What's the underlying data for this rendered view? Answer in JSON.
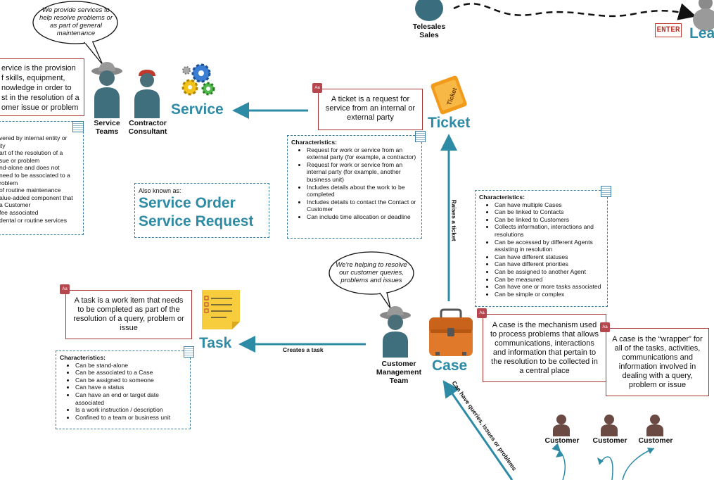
{
  "bubble_top": "We provide services to help resolve problems or as part of general maintenance",
  "bubble_cmt": "We're helping to resolve our customer queries, problems and issues",
  "service_desc": "...service is the provision of skills, equipment, knowledge in order to assist in the resolution of a customer issue or problem",
  "service_desc_lines": [
    "ervice is the provision",
    "f skills, equipment,",
    "nowledge in order to",
    "st in the resolution of a",
    "omer issue or problem"
  ],
  "service_chars": [
    "vered by internal entity or",
    "ity",
    "art of the resolution of a",
    "sue or problem",
    "nd-alone and does not",
    "need to be associated to a",
    "roblem",
    "of routine maintenance",
    "alue-added component that",
    "a Customer",
    "fee associated",
    "dental or routine services"
  ],
  "people": {
    "service_teams": "Service Teams",
    "contractor": "Contractor Consultant",
    "telesales": "Telesales Sales",
    "cmt": "Customer Management Team",
    "customer1": "Customer",
    "customer2": "Customer",
    "customer3": "Customer"
  },
  "titles": {
    "service": "Service",
    "ticket": "Ticket",
    "task": "Task",
    "case": "Case",
    "lead": "Lea",
    "enter": "ENTER"
  },
  "ticket_note": "A ticket is a request for service from an internal or external party",
  "ticket_chars_header": "Characteristics:",
  "ticket_chars": [
    "Request for work or service from an external party (for example, a contractor)",
    "Request for work or service from an internal party (for example, another business unit)",
    "Includes details about the work to be completed",
    "Includes details to contact the Contact or Customer",
    "Can include time allocation or deadline"
  ],
  "aka_label": "Also known as:",
  "aka_1": "Service Order",
  "aka_2": "Service Request",
  "case_chars_header": "Characteristics:",
  "case_chars": [
    "Can have multiple Cases",
    "Can be linked to Contacts",
    "Can be linked to Customers",
    "Collects information, interactions and resolutions",
    "Can be accessed by different Agents assisting in resolution",
    "Can have different statuses",
    "Can have different priorities",
    "Can be assigned to another Agent",
    "Can be measured",
    "Can have one or more tasks associated",
    "Can be simple or complex"
  ],
  "case_note": "A case is the mechanism used to process problems that allows communications, interactions and information that pertain to the resolution to be collected in a central place",
  "case_wrapper_note": "A case is the “wrapper” for all of the tasks, activities, communications and information involved in dealing with a query, problem or issue",
  "task_note": "A task is a work item that needs to be completed as part of the resolution of a query, problem or issue",
  "task_chars_header": "Characteristics:",
  "task_chars": [
    "Can be stand-alone",
    "Can be associated to a Case",
    "Can be assigned to someone",
    "Can have a status",
    "Can have an end or target date associated",
    "Is a work instruction / description",
    "Confined to a team or business unit"
  ],
  "edges": {
    "raises": "Raises a ticket",
    "creates": "Creates a task",
    "queries": "Can have queries, issues or problems"
  },
  "note_tag": "Aa",
  "colors": {
    "accent": "#2e8ba6",
    "note_border": "#aa3333",
    "dashed": "#3c7fa0"
  }
}
